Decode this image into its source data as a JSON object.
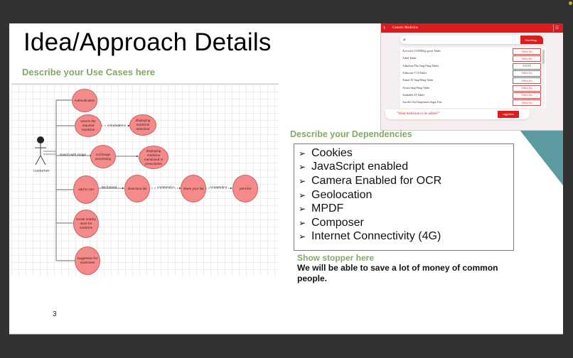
{
  "slide": {
    "title": "Idea/Approach Details",
    "page_number": "3",
    "use_cases": {
      "heading": "Describe your Use Cases here",
      "actor": "customer",
      "cases": [
        {
          "id": "auth",
          "label": "Authentication"
        },
        {
          "id": "search",
          "label": "search the required medicine"
        },
        {
          "id": "display-searched",
          "label": "displaying medicine searched"
        },
        {
          "id": "ocr",
          "label": "ocr/image processing"
        },
        {
          "id": "display-prescription",
          "label": "displaying medicine mentioned in prescription"
        },
        {
          "id": "add-cart",
          "label": "add to cart"
        },
        {
          "id": "download",
          "label": "download list"
        },
        {
          "id": "share",
          "label": "share your list"
        },
        {
          "id": "print",
          "label": "print list"
        },
        {
          "id": "locate",
          "label": "locate nearby store for medicine"
        },
        {
          "id": "suggest",
          "label": "suggestion for medicines"
        }
      ],
      "edge_labels": {
        "include": "<<include>>",
        "search_image": "search with image",
        "list_formed": "list formed",
        "extend1": "<<extend>>",
        "extend2": "<<extend>>"
      }
    },
    "dependencies": {
      "heading": "Describe your Dependencies",
      "bullet": "➢",
      "items": [
        "Cookies",
        "JavaScript enabled",
        "Camera Enabled for OCR",
        "Geolocation",
        "MPDF",
        "Composer",
        "Internet Connectivity (4G)"
      ]
    },
    "show_stopper": {
      "heading": "Show stopper here",
      "text": "We will be able to save a lot of money of common people."
    },
    "app_screenshot": {
      "app_title": "Generic Medicine",
      "search_value": "al",
      "search_button": "Searching...",
      "rows": [
        {
          "name": "Aceclovir 15/500Mcg-grove Tablet",
          "action": "Add to list"
        },
        {
          "name": "Adeol Tablet",
          "action": "Add to list"
        },
        {
          "name": "Adlaclone Plus 5mg/10mg Tablet",
          "action": "ADDED"
        },
        {
          "name": "Adlacrone T 10 Tablet",
          "action": "Add to list"
        },
        {
          "name": "Alneol AT 5mg/50mg Tablet",
          "action": "Add to list"
        },
        {
          "name": "Alvasa 5mg/50mg Tablet",
          "action": "Add to list"
        },
        {
          "name": "Ambodile AT Tablet",
          "action": "Add to list"
        },
        {
          "name": "Aaceflo Oral Suspension Sugar Free",
          "action": "Add to list"
        }
      ],
      "suggest_prompt": "\"Want medicine to be added?\"",
      "suggest_button": "suggestion"
    },
    "colors": {
      "heading_green": "#84a86a",
      "app_red": "#dc1c1c",
      "usecase_fill": "#f58a8a",
      "teal_decor": "#5b9aa0"
    }
  }
}
